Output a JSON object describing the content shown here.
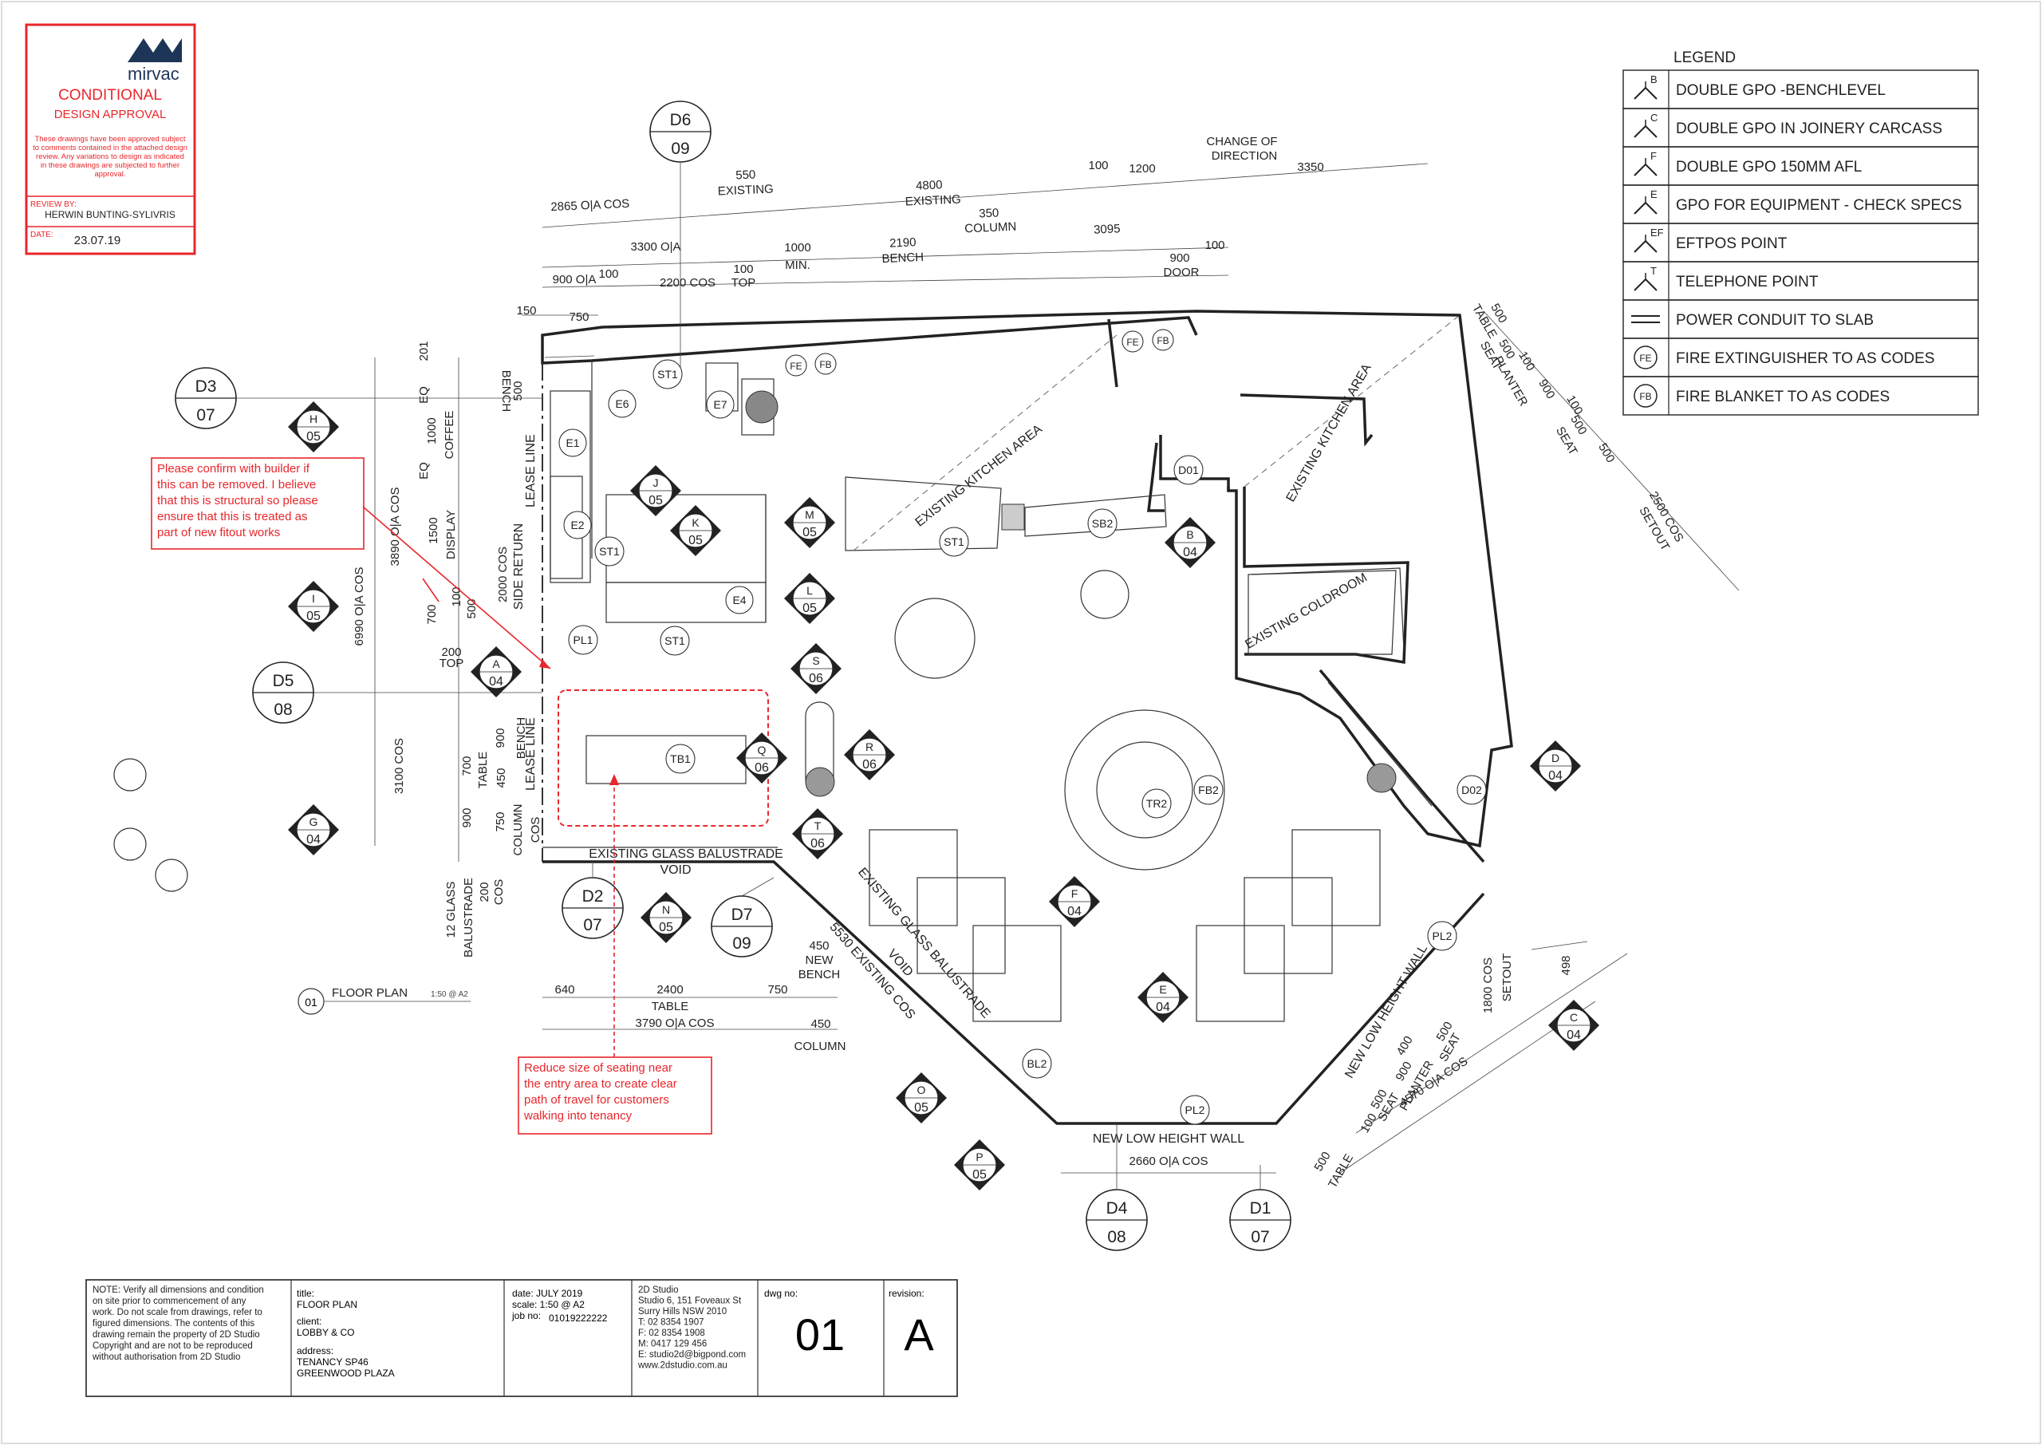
{
  "stamp": {
    "company": "mirvac",
    "title": "CONDITIONAL",
    "subtitle": "DESIGN APPROVAL",
    "note_lines": [
      "These drawings have been approved subject",
      "to comments contained in the attached design",
      "review. Any variations to design as indicated",
      "in these drawings are subjected to further",
      "approval."
    ],
    "review_label": "REVIEW BY:",
    "reviewer": "HERWIN BUNTING-SYLIVRIS",
    "date_label": "DATE:",
    "date": "23.07.19"
  },
  "legend": {
    "title": "LEGEND",
    "items": [
      {
        "symbol": "B",
        "label": "DOUBLE GPO -BENCHLEVEL"
      },
      {
        "symbol": "C",
        "label": "DOUBLE GPO IN JOINERY CARCASS"
      },
      {
        "symbol": "F",
        "label": "DOUBLE GPO 150MM AFL"
      },
      {
        "symbol": "E",
        "label": "GPO FOR EQUIPMENT - CHECK SPECS"
      },
      {
        "symbol": "EF",
        "label": "EFTPOS POINT"
      },
      {
        "symbol": "T",
        "label": "TELEPHONE POINT"
      },
      {
        "symbol": "",
        "label": "POWER CONDUIT TO SLAB"
      },
      {
        "symbol": "FE",
        "label": "FIRE EXTINGUISHER TO AS CODES"
      },
      {
        "symbol": "FB",
        "label": "FIRE BLANKET TO AS CODES"
      }
    ]
  },
  "comments": [
    {
      "lines": [
        "Please confirm with builder if",
        "this can be removed. I believe",
        "that this is structural so please",
        "ensure that this is treated as",
        "part of new fitout works"
      ]
    },
    {
      "lines": [
        "Reduce size of seating near",
        "the entry area to create clear",
        "path of travel for customers",
        "walking into tenancy"
      ]
    }
  ],
  "callouts_big": [
    {
      "top": "D6",
      "bottom": "09"
    },
    {
      "top": "D3",
      "bottom": "07"
    },
    {
      "top": "D5",
      "bottom": "08"
    },
    {
      "top": "D2",
      "bottom": "07"
    },
    {
      "top": "D7",
      "bottom": "09"
    },
    {
      "top": "D4",
      "bottom": "08"
    },
    {
      "top": "D1",
      "bottom": "07"
    }
  ],
  "elevation_markers": [
    {
      "top": "H",
      "bottom": "05"
    },
    {
      "top": "I",
      "bottom": "05"
    },
    {
      "top": "A",
      "bottom": "04"
    },
    {
      "top": "G",
      "bottom": "04"
    },
    {
      "top": "J",
      "bottom": "05"
    },
    {
      "top": "K",
      "bottom": "05"
    },
    {
      "top": "M",
      "bottom": "05"
    },
    {
      "top": "L",
      "bottom": "05"
    },
    {
      "top": "S",
      "bottom": "06"
    },
    {
      "top": "Q",
      "bottom": "06"
    },
    {
      "top": "R",
      "bottom": "06"
    },
    {
      "top": "T",
      "bottom": "06"
    },
    {
      "top": "B",
      "bottom": "04"
    },
    {
      "top": "D",
      "bottom": "04"
    },
    {
      "top": "C",
      "bottom": "04"
    },
    {
      "top": "E",
      "bottom": "04"
    },
    {
      "top": "F",
      "bottom": "04"
    },
    {
      "top": "N",
      "bottom": "05"
    },
    {
      "top": "O",
      "bottom": "05"
    },
    {
      "top": "P",
      "bottom": "05"
    }
  ],
  "tags": [
    "ST1",
    "ST1",
    "ST1",
    "ST1",
    "E1",
    "E2",
    "E4",
    "E6",
    "E7",
    "PL1",
    "PL2",
    "PL2",
    "BL2",
    "TB1",
    "TR2",
    "FB2",
    "SB2",
    "D01",
    "D02",
    "FE",
    "FB",
    "FE",
    "FB"
  ],
  "room_labels": {
    "kitchen_left": "EXISTING KITCHEN AREA",
    "kitchen_right": "EXISTING KITCHEN AREA",
    "coldroom": "EXISTING COLDROOM",
    "balustrade_bottom": "EXISTING GLASS BALUSTRADE",
    "void_bottom": "VOID",
    "balustrade_diag": "EXISTING GLASS BALUSTRADE",
    "void_diag": "VOID",
    "existing_cos_diag": "5530 EXISTING COS",
    "new_low_wall_bottom": "NEW LOW HEIGHT WALL",
    "new_low_wall_right": "NEW LOW HEIGHT WALL",
    "lease_line_top": "LEASE LINE",
    "lease_line_bottom": "LEASE LINE",
    "side_return": "SIDE RETURN"
  },
  "dims": {
    "oa_cos_2865": "2865 O|A COS",
    "existing_550": "550",
    "existing_lbl": "EXISTING",
    "d4800": "4800",
    "existing_lbl2": "EXISTING",
    "d100a": "100",
    "d1200": "1200",
    "change_dir1": "CHANGE OF",
    "change_dir2": "DIRECTION",
    "d3350": "3350",
    "d350": "350",
    "column": "COLUMN",
    "d3095": "3095",
    "d3300": "3300 O|A",
    "d1000": "1000",
    "min": "MIN.",
    "d2190": "2190",
    "bench": "BENCH",
    "d900door": "900",
    "door": "DOOR",
    "d100b": "100",
    "d900oa": "900 O|A",
    "d100c": "100",
    "d2200": "2200 COS",
    "d100top": "100",
    "top": "TOP",
    "d150": "150",
    "d750": "750",
    "d201": "201",
    "eq1": "EQ",
    "d1000coffee": "1000",
    "coffee": "COFFEE",
    "eq2": "EQ",
    "d1500": "1500",
    "display": "DISPLAY",
    "d3890": "3890 O|A COS",
    "d6990": "6990 O|A COS",
    "d2000": "2000 COS",
    "d500a": "500",
    "bench_v": "BENCH",
    "d700": "700",
    "d100d": "100",
    "d500b": "500",
    "d200": "200",
    "top2": "TOP",
    "d3100": "3100 COS",
    "d900v": "900",
    "bench_v2": "BENCH",
    "d700t": "700",
    "table_v": "TABLE",
    "d450": "450",
    "d900v2": "900",
    "d750v": "750",
    "column_v": "COLUMN",
    "cos_v": "COS",
    "d12": "12 GLASS",
    "balustrade": "BALUSTRADE",
    "d200cos": "200",
    "cos2": "COS",
    "d640": "640",
    "d2400": "2400",
    "table": "TABLE",
    "d750b": "750",
    "d3790": "3790 O|A COS",
    "d450b": "450",
    "column_b": "COLUMN",
    "d450new": "450",
    "new": "NEW",
    "bench_b": "BENCH",
    "d2660": "2660 O|A COS",
    "r500a": "500",
    "r_table": "TABLE",
    "r500b": "500",
    "r_seat": "SEAT",
    "r100": "100",
    "r900": "900",
    "r_planter": "PLANTER",
    "r100b": "100",
    "r500c": "500",
    "r_seat2": "SEAT",
    "r500d": "500",
    "r2500": "2500 COS",
    "r_setout": "SETOUT",
    "b1800": "1800 COS",
    "b_setout": "SETOUT",
    "b498": "498",
    "b400": "400",
    "b500s": "500",
    "b_seat": "SEAT",
    "b900": "900",
    "b_planter": "PLANTER",
    "b100": "100",
    "b500": "500",
    "b_seat2": "SEAT",
    "b500t": "500",
    "b_table": "TABLE",
    "b4570": "4570 O|A COS"
  },
  "plan_title": {
    "num": "01",
    "title": "FLOOR PLAN",
    "scale": "1:50 @ A2"
  },
  "title_block": {
    "note": [
      "NOTE: Verify all dimensions and condition",
      "on site prior to commencement of any",
      "work. Do not scale from drawings, refer to",
      "figured dimensions. The contents of this",
      "drawing remain the property of 2D Studio",
      "Copyright and are not to be reproduced",
      "without authorisation from 2D Studio"
    ],
    "title_label": "title:",
    "title": "FLOOR PLAN",
    "client_label": "client:",
    "client": "LOBBY & CO",
    "address_label": "address:",
    "address1": "TENANCY SP46",
    "address2": "GREENWOOD PLAZA",
    "date_line": "date: JULY 2019",
    "scale_line": "scale: 1:50 @ A2",
    "job_label": "job no:",
    "job_no": "01019222222",
    "studio": [
      "2D Studio",
      "Studio 6, 151 Foveaux St",
      "Surry Hills NSW 2010",
      "T: 02 8354 1907",
      "F: 02 8354 1908",
      "M: 0417 129 456",
      "E: studio2d@bigpond.com",
      "www.2dstudio.com.au"
    ],
    "dwg_label": "dwg no:",
    "dwg_no": "01",
    "rev_label": "revision:",
    "revision": "A"
  }
}
